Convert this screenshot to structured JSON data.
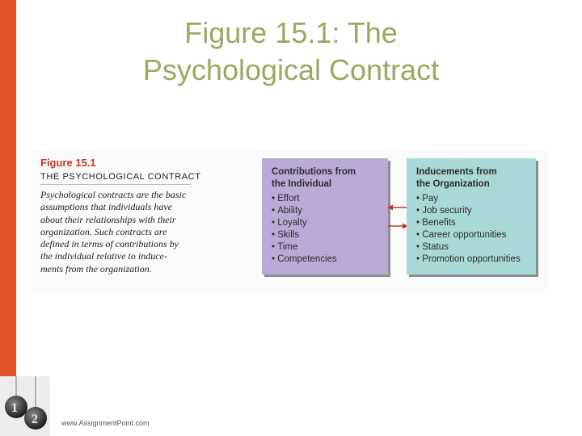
{
  "slide": {
    "title_line1": "Figure 15.1: The",
    "title_line2": "Psychological Contract"
  },
  "figure": {
    "label": "Figure 15.1",
    "heading": "THE PSYCHOLOGICAL CONTRACT",
    "caption_lines": [
      "Psychological contracts are the basic",
      "assumptions that individuals have",
      "about their relationships with their",
      "organization. Such contracts are",
      "defined in terms of contributions by",
      "the individual relative to induce-",
      "ments from the organization."
    ]
  },
  "contributions": {
    "heading_line1": "Contributions from",
    "heading_line2": "the Individual",
    "items": [
      "Effort",
      "Ability",
      "Loyalty",
      "Skills",
      "Time",
      "Competencies"
    ],
    "color": "#b9abd6"
  },
  "inducements": {
    "heading_line1": "Inducements from",
    "heading_line2": "the Organization",
    "items": [
      "Pay",
      "Job security",
      "Benefits",
      "Career opportunities",
      "Status",
      "Promotion opportunities"
    ],
    "color": "#a9d8d8"
  },
  "footer": {
    "url": "www.AssignmentPoint.com"
  },
  "colors": {
    "accent_bar": "#e0532a",
    "title": "#93ac5e",
    "arrow": "#c0392b"
  }
}
